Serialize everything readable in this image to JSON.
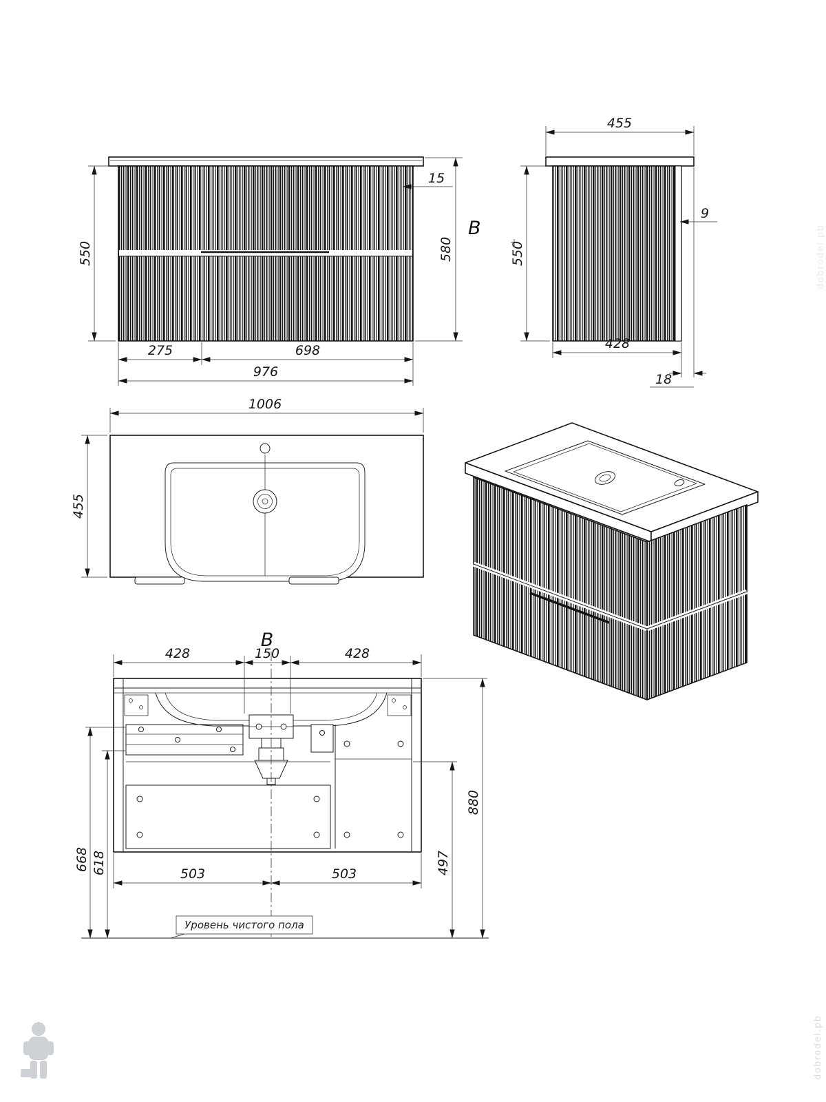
{
  "drawing": {
    "front_view": {
      "height": "550",
      "counter_offset": "15",
      "overall_height": "580",
      "section_mark": "B",
      "width_left": "275",
      "width_right": "698",
      "width_total": "976"
    },
    "side_view": {
      "depth_top": "455",
      "height": "550",
      "back_panel": "9",
      "depth_bottom": "428",
      "counter_thickness": "18"
    },
    "plan_view": {
      "width": "1006",
      "depth": "455"
    },
    "section_view": {
      "label": "B",
      "top_left": "428",
      "top_center": "150",
      "top_right": "428",
      "height_outer": "668",
      "height_inner": "618",
      "height_total": "880",
      "height_right": "497",
      "bottom_left": "503",
      "bottom_right": "503",
      "floor_note": "Уровень чистого пола"
    },
    "watermark_text": "dobrodel.pb"
  }
}
